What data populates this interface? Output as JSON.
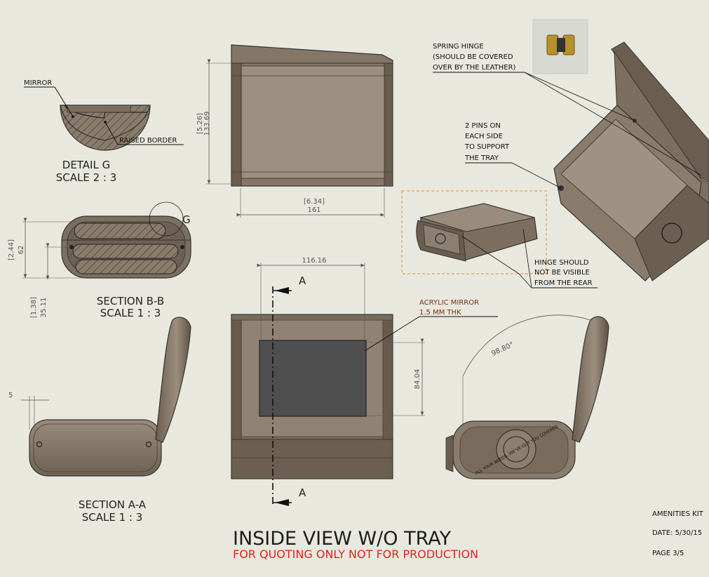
{
  "labels": {
    "mirror": "MIRROR",
    "raised_border": "RAISED BORDER",
    "detail_g_title": "DETAIL G",
    "detail_g_scale": "SCALE 2 : 3",
    "g_marker": "G",
    "section_bb_title": "SECTION B-B",
    "section_bb_scale": "SCALE 1 : 3",
    "section_aa_title": "SECTION A-A",
    "section_aa_scale": "SCALE 1 : 3",
    "section_marker": "A",
    "spring_hinge_1": "SPRING HINGE",
    "spring_hinge_2": "(SHOULD BE COVERED",
    "spring_hinge_3": "OVER BY THE LEATHER)",
    "pins_1": "2 PINS ON",
    "pins_2": "EACH SIDE",
    "pins_3": "TO SUPPORT",
    "pins_4": "THE TRAY",
    "hinge_vis_1": "HINGE SHOULD",
    "hinge_vis_2": "NOT BE VISIBLE",
    "hinge_vis_3": "FROM THE REAR",
    "acrylic_1": "ACRYLIC MIRROR",
    "acrylic_2": "1.5 MM THK",
    "engraving": "ALL YOUR NEEDS, WE'VE GOT YOU COVERED"
  },
  "dimensions": {
    "top_height_in": "[5.26]",
    "top_height_mm": "133.69",
    "top_width_in": "[6.34]",
    "top_width_mm": "161",
    "bb_height_in": "[2.44]",
    "bb_height_mm": "62",
    "bb_inner_in": "[1.38]",
    "bb_inner_mm": "35.11",
    "mirror_width": "116.16",
    "mirror_height": "84.04",
    "aa_offset": "5",
    "open_angle": "98.80°"
  },
  "title": {
    "main": "INSIDE VIEW W/O TRAY",
    "sub": "FOR QUOTING ONLY NOT FOR PRODUCTION"
  },
  "info": {
    "project": "AMENITIES KIT",
    "date": "DATE: 5/30/15",
    "page": "PAGE 3/5"
  },
  "colors": {
    "background": "#e8e8df",
    "body": "#7b6c5c",
    "body_dark": "#5c5044",
    "body_light": "#9e9080",
    "mirror": "#4e4e4e",
    "annotation_red": "#e0261b",
    "callout_box": "#f08a24"
  }
}
